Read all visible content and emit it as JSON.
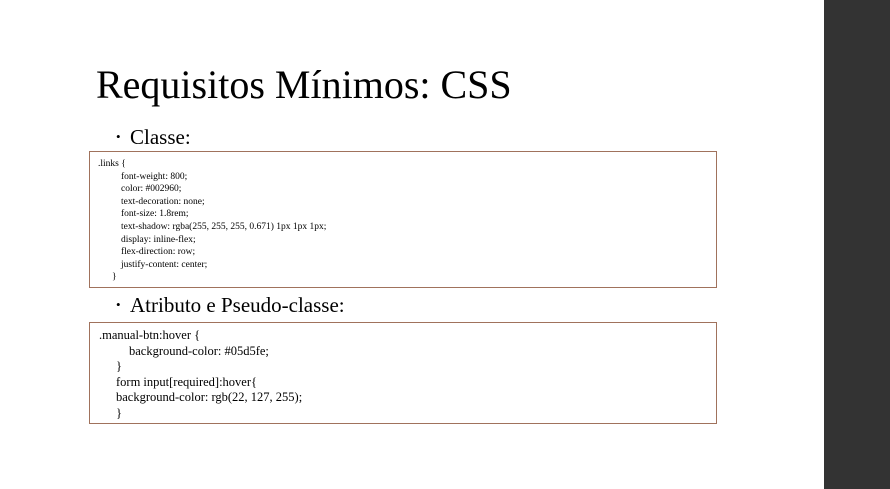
{
  "slide": {
    "title": "Requisitos Mínimos: CSS",
    "bullets": [
      {
        "label": "Classe:"
      },
      {
        "label": "Atributo e Pseudo-classe:"
      }
    ],
    "bullet_glyph": "•",
    "code_block_1": [
      ".links {",
      "font-weight: 800;",
      "color: #002960;",
      "text-decoration: none;",
      "font-size: 1.8rem;",
      "text-shadow: rgba(255, 255, 255, 0.671) 1px 1px 1px;",
      "display: inline-flex;",
      "flex-direction: row;",
      "justify-content: center;",
      "}"
    ],
    "code_block_2": [
      ".manual-btn:hover {",
      "background-color: #05d5fe;",
      "}",
      "form input[required]:hover{",
      "background-color: rgb(22, 127, 255);",
      "}"
    ]
  },
  "colors": {
    "side_panel": "#333333",
    "code_border": "#a0725c"
  }
}
